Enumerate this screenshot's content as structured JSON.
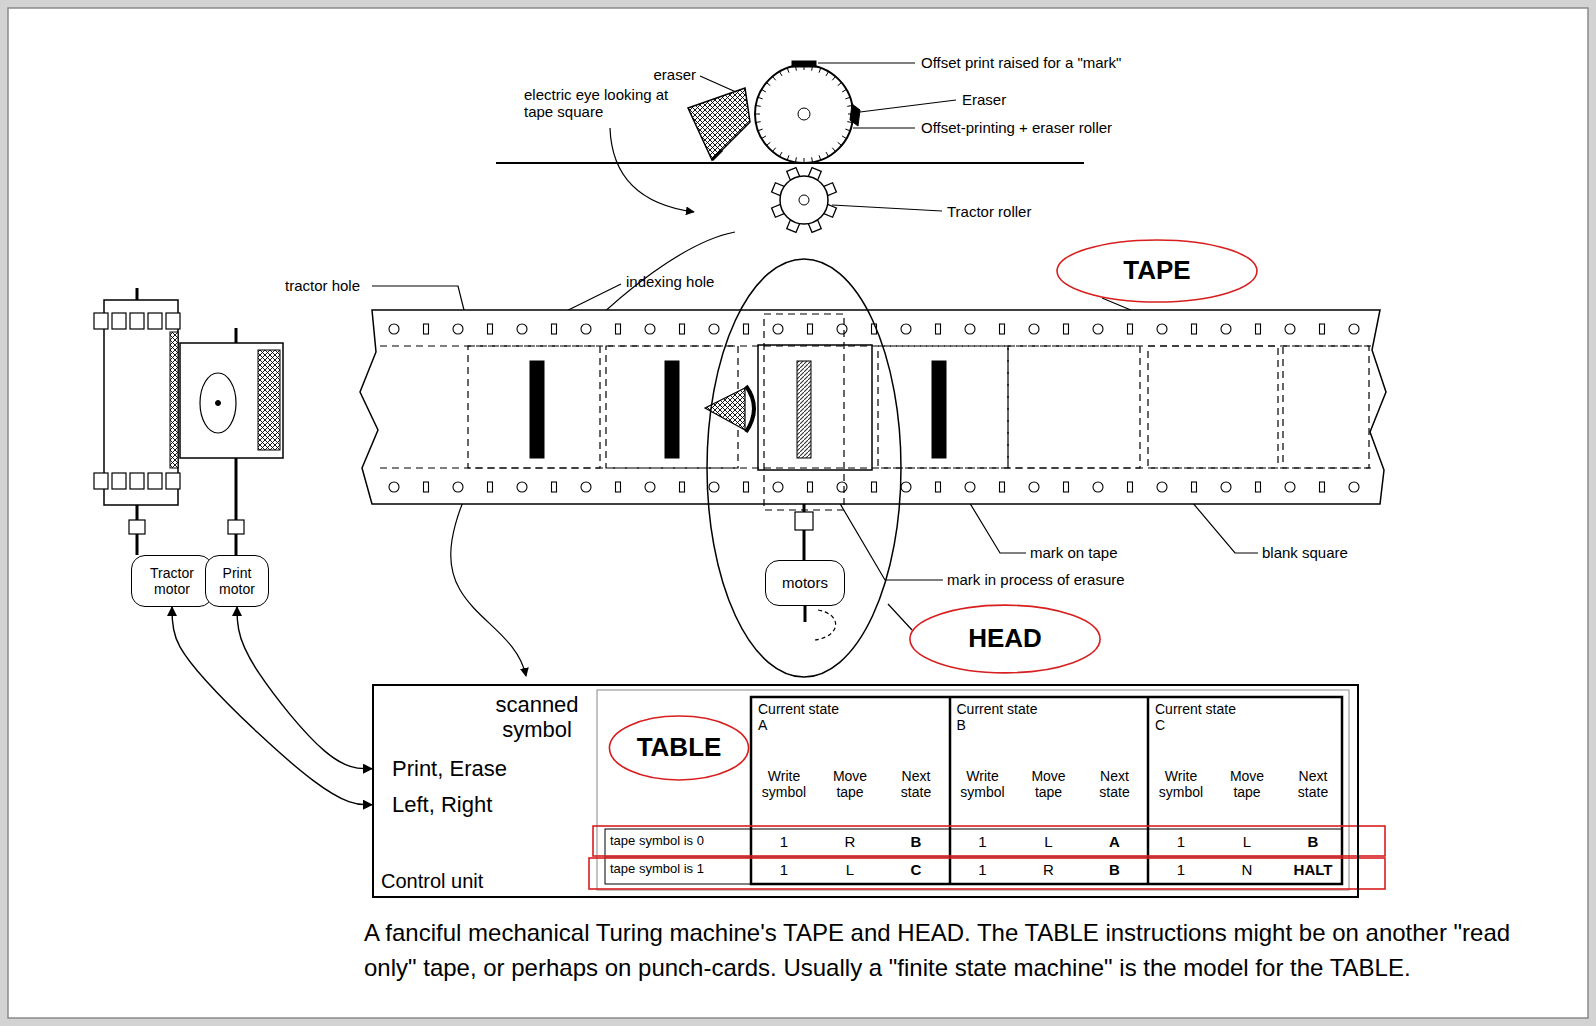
{
  "diagram": {
    "caption": "A fanciful mechanical Turing machine's TAPE and HEAD. The TABLE instructions might be on another \"read only\" tape, or perhaps on punch-cards. Usually a \"finite state machine\" is the model for the TABLE.",
    "nodes": [
      {
        "text": [
          "scanned symbol",
          "Print, Erase",
          "Left, Right",
          "Control unit"
        ]
      },
      {
        "text": [
          "TABLE"
        ],
        "in": 0
      },
      {
        "text": [
          "Tractor motor"
        ]
      },
      {
        "text": [
          "Print motor"
        ]
      },
      {
        "text": [
          "motors"
        ]
      },
      {
        "text": [
          "TAPE"
        ]
      },
      {
        "text": [
          "HEAD"
        ]
      }
    ],
    "edges": [
      {
        "from": 0,
        "to": 3,
        "arrow": "both"
      },
      {
        "from": 0,
        "to": 2,
        "arrow": "both"
      }
    ],
    "labels": [
      "Offset print raised for a \"mark\"",
      "eraser",
      "electric eye looking at tape square",
      "Eraser",
      "Offset-printing + eraser roller",
      "Tractor roller",
      "tractor hole",
      "indexing hole",
      "mark on tape",
      "blank square",
      "mark in process of erasure",
      "Current state A",
      "Write symbol",
      "Move tape",
      "Next state",
      "Current state B",
      "Write symbol",
      "Move tape",
      "Next state",
      "Current state C",
      "Write symbol",
      "Move tape",
      "Next state",
      "tape symbol is 0",
      "1",
      "R",
      "B",
      "1",
      "L",
      "A",
      "1",
      "L",
      "B",
      "tape symbol is 1",
      "1",
      "L",
      "C",
      "1",
      "R",
      "B",
      "1",
      "N",
      "HALT"
    ]
  }
}
